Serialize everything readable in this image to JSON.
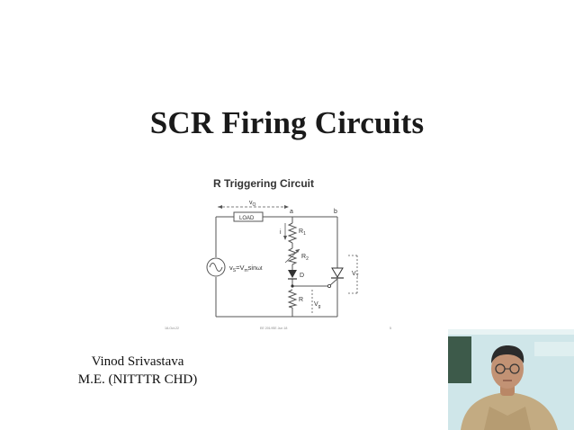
{
  "slide": {
    "title": "SCR Firing Circuits"
  },
  "circuit": {
    "heading": "R Triggering Circuit",
    "labels": {
      "v0": "v",
      "v0_sub": "O",
      "load": "LOAD",
      "node_a": "a",
      "node_b": "b",
      "current": "i",
      "r1": "R",
      "r1_sub": "1",
      "r2": "R",
      "r2_sub": "2",
      "diode": "D",
      "resistor": "R",
      "vg": "V",
      "vg_sub": "g",
      "vt": "V",
      "vt_sub": "T",
      "source": "v",
      "source_sub": "S",
      "source_eq": "=V",
      "source_m_sub": "m",
      "source_fn": "sin",
      "source_omega": "ωt"
    },
    "footer": {
      "date": "18-Oct-22",
      "course": "EE 201/ISE Jun 18",
      "page": "5"
    }
  },
  "author": {
    "name": "Vinod Srivastava",
    "degree": "M.E. (NITTTR CHD)"
  },
  "colors": {
    "title": "#1a1a1a",
    "wire": "#555555",
    "photo_wall": "#cfe6e9",
    "photo_board": "#3d5a4a",
    "shirt": "#c3ab82"
  }
}
